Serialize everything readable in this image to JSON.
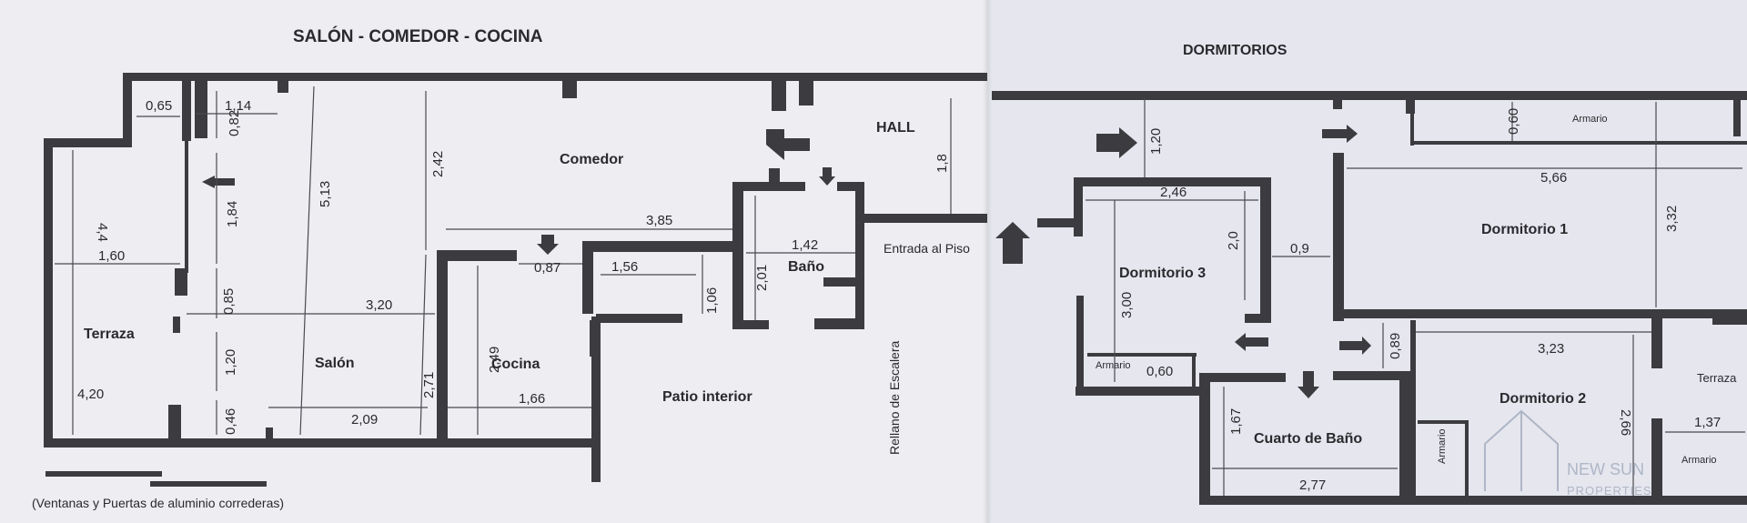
{
  "titles": {
    "left": "SALÓN - COMEDOR - COCINA",
    "right": "DORMITORIOS"
  },
  "rooms": {
    "terraza": "Terraza",
    "salon": "Salón",
    "comedor": "Comedor",
    "cocina": "Cocina",
    "hall": "HALL",
    "bano": "Baño",
    "patio": "Patio interior",
    "entrada": "Entrada al Piso",
    "rellano": "Rellano de Escalera",
    "dormitorio3": "Dormitorio 3",
    "dormitorio1": "Dormitorio 1",
    "dormitorio2": "Dormitorio 2",
    "cuarto_bano": "Cuarto de Baño",
    "terraza2": "Terraza",
    "armario_d1": "Armario",
    "armario_d3": "Armario",
    "armario_d2": "Armario",
    "armario_t2": "Armario"
  },
  "dimensions": {
    "d_065": "0,65",
    "d_114": "1,14",
    "d_082": "0,82",
    "d_44": "4,4",
    "d_160": "1,60",
    "d_184": "1,84",
    "d_085": "0,85",
    "d_120": "1,20",
    "d_046": "0,46",
    "d_420": "4,20",
    "d_513": "5,13",
    "d_320": "3,20",
    "d_209": "2,09",
    "d_242": "2,42",
    "d_271": "2,71",
    "d_385": "3,85",
    "d_087": "0,87",
    "d_156": "1,56",
    "d_106": "1,06",
    "d_249": "2,49",
    "d_166": "1,66",
    "d_142": "1,42",
    "d_201": "2,01",
    "d_18": "1,8",
    "d_120b": "1,20",
    "d_246": "2,46",
    "d_20": "2,0",
    "d_300": "3,00",
    "d_09": "0,9",
    "d_060a": "0,60",
    "d_566": "5,66",
    "d_332": "3,32",
    "d_060b": "0,60",
    "d_089": "0,89",
    "d_323": "3,23",
    "d_266": "2,66",
    "d_167": "1,67",
    "d_277": "2,77",
    "d_137": "1,37"
  },
  "legend": {
    "note": "(Ventanas y Puertas de aluminio correderas)"
  },
  "watermark": {
    "line1": "NEW SUN",
    "line2": "PROPERTIES"
  },
  "colors": {
    "wall": "#3b3b40",
    "paper": "#ededf2",
    "watermark": "#aeb6c6"
  }
}
